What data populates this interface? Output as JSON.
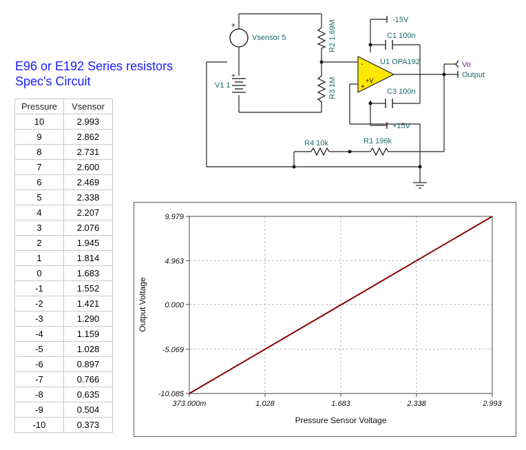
{
  "heading": {
    "line1": "E96 or E192 Series resistors",
    "line2": "Spec's Circuit"
  },
  "table": {
    "headers": [
      "Pressure",
      "Vsensor"
    ],
    "rows": [
      [
        "10",
        "2.993"
      ],
      [
        "9",
        "2.862"
      ],
      [
        "8",
        "2.731"
      ],
      [
        "7",
        "2.600"
      ],
      [
        "6",
        "2.469"
      ],
      [
        "5",
        "2.338"
      ],
      [
        "4",
        "2.207"
      ],
      [
        "3",
        "2.076"
      ],
      [
        "2",
        "1.945"
      ],
      [
        "1",
        "1.814"
      ],
      [
        "0",
        "1.683"
      ],
      [
        "-1",
        "1.552"
      ],
      [
        "-2",
        "1.421"
      ],
      [
        "-3",
        "1.290"
      ],
      [
        "-4",
        "1.159"
      ],
      [
        "-5",
        "1.028"
      ],
      [
        "-6",
        "0.897"
      ],
      [
        "-7",
        "0.766"
      ],
      [
        "-8",
        "0.635"
      ],
      [
        "-9",
        "0.504"
      ],
      [
        "-10",
        "0.373"
      ]
    ]
  },
  "circuit": {
    "vsensor": "Vsensor 5",
    "v1": "V1 1",
    "r2": "R2 1.69M",
    "r3": "R3 1M",
    "u1": "U1 OPA192",
    "c1": "C1 100n",
    "c3": "C3 100n",
    "neg_supply": "-15V",
    "pos_supply": "+15V",
    "r4": "R4 10k",
    "r1": "R1 196k",
    "vo": "Vo",
    "output": "Output",
    "plus": "+",
    "minus": "-",
    "opamp_plus": "+",
    "opamp_minus": "-",
    "opamp_v": "+V"
  },
  "chart_data": {
    "type": "line",
    "xlabel": "Pressure Sensor Voltage",
    "ylabel": "Output Voltage",
    "xlim": [
      0.373,
      2.993
    ],
    "ylim": [
      -10.085,
      9.979
    ],
    "xticks": [
      0.373,
      1.028,
      1.683,
      2.338,
      2.993
    ],
    "xtick_labels": [
      "373.000m",
      "1.028",
      "1.683",
      "2.338",
      "2.993"
    ],
    "yticks": [
      -10.085,
      -5.069,
      0.0,
      4.963,
      9.979
    ],
    "ytick_labels": [
      "-10.085",
      "-5.069",
      "0.000",
      "4.963",
      "9.979"
    ],
    "grid": true,
    "series": [
      {
        "x": [
          0.373,
          2.993
        ],
        "y": [
          -10.085,
          9.979
        ],
        "color": "#8b0000"
      }
    ]
  }
}
